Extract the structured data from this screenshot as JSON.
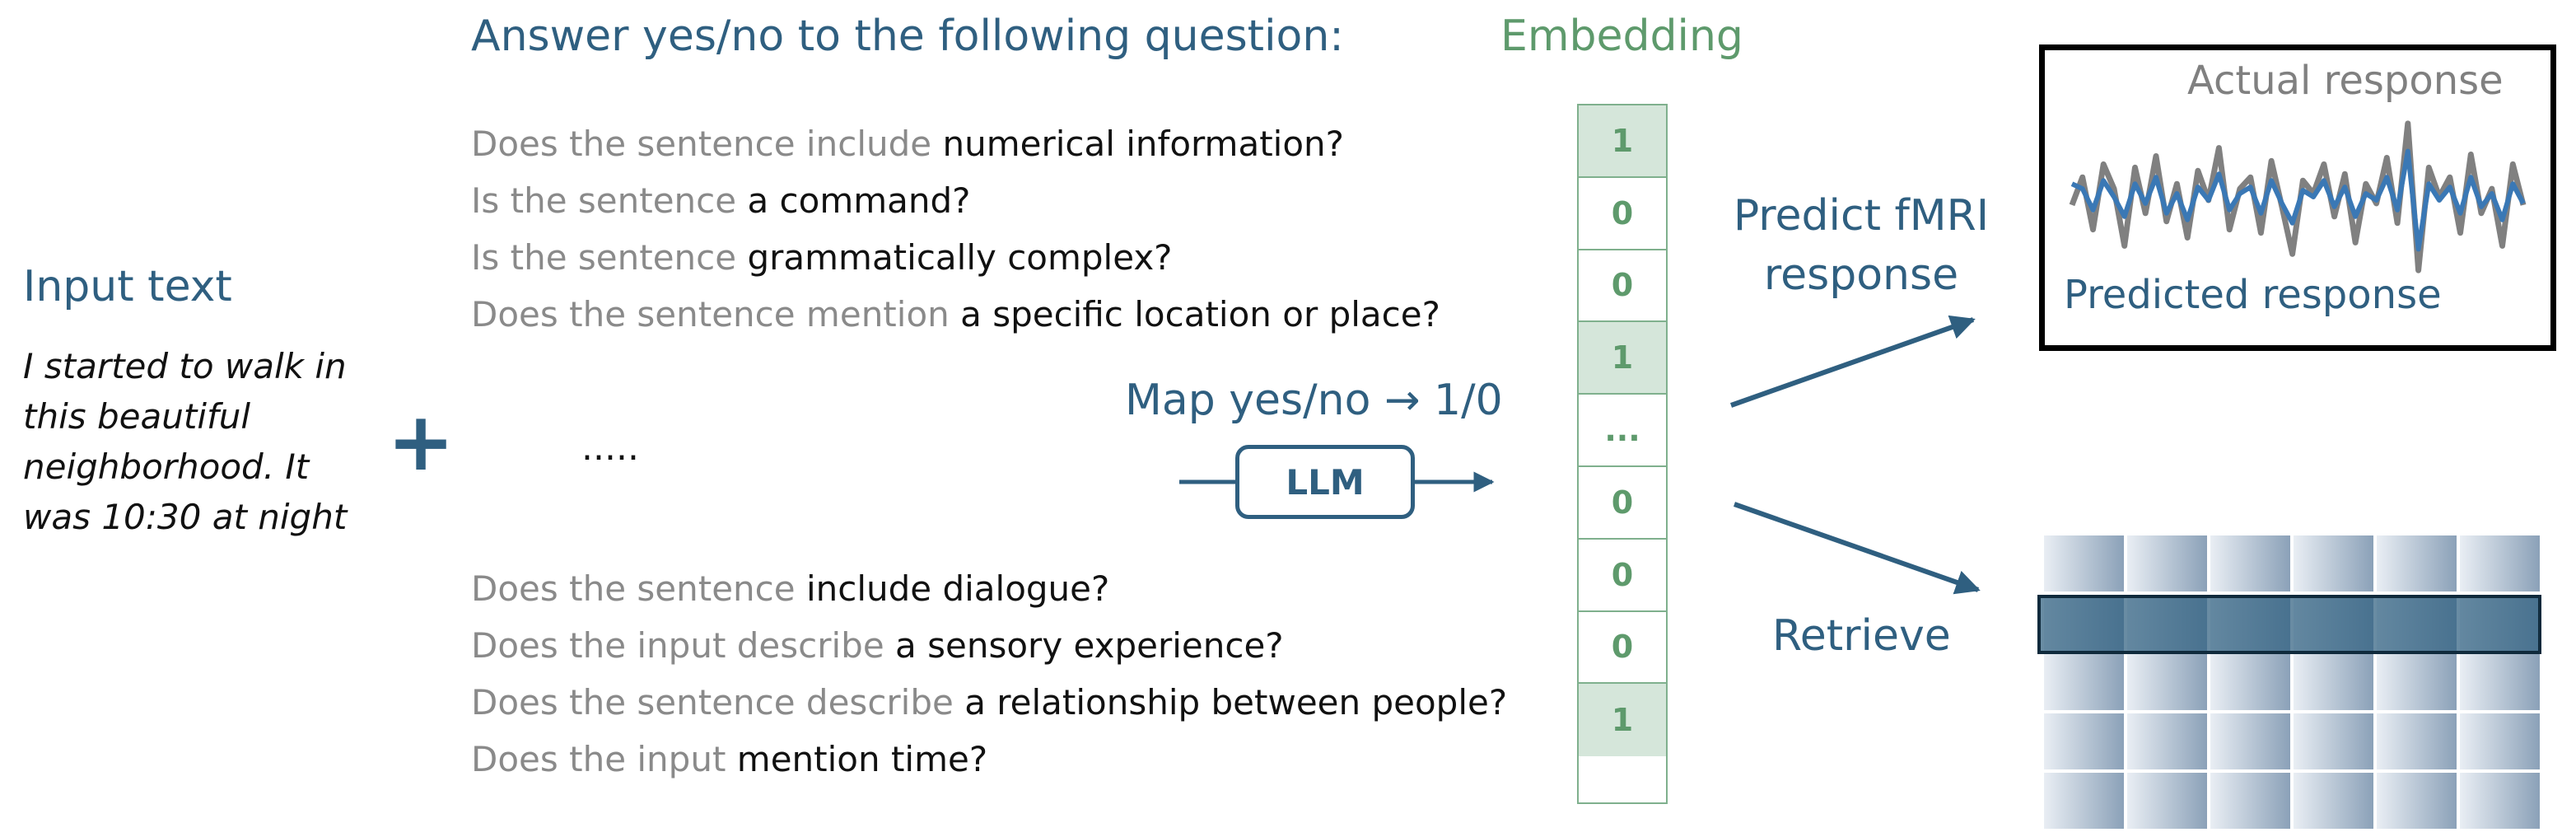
{
  "input": {
    "heading": "Input text",
    "text_lines": [
      "I started to walk in",
      "this beautiful",
      "neighborhood. It",
      "was 10:30 at night"
    ]
  },
  "prompt_heading": "Answer yes/no to the following question:",
  "questions_top": [
    {
      "gray": "Does the sentence include ",
      "black": "numerical information?"
    },
    {
      "gray": "Is the sentence ",
      "black": "a command?"
    },
    {
      "gray": "Is the sentence ",
      "black": "grammatically complex?"
    },
    {
      "gray": "Does the sentence mention ",
      "black": "a specific location or place?"
    }
  ],
  "ellipsis": ".....",
  "questions_bottom": [
    {
      "gray": "Does the sentence ",
      "black": "include dialogue?"
    },
    {
      "gray": "Does the input describe ",
      "black": "a sensory experience?"
    },
    {
      "gray": "Does the sentence describe ",
      "black": "a relationship between people?"
    },
    {
      "gray": "Does the input ",
      "black": "mention time?"
    }
  ],
  "llm": {
    "map_label": "Map yes/no → 1/0",
    "box_label": "LLM"
  },
  "embedding": {
    "heading": "Embedding",
    "cells": [
      "1",
      "0",
      "0",
      "1",
      "...",
      "0",
      "0",
      "0",
      "1"
    ]
  },
  "predict_label_lines": [
    "Predict fMRI",
    "response"
  ],
  "retrieve_label": "Retrieve",
  "response_box": {
    "actual_label": "Actual response",
    "predicted_label": "Predicted response",
    "actual_series": [
      0.45,
      0.62,
      0.3,
      0.7,
      0.55,
      0.2,
      0.68,
      0.4,
      0.75,
      0.35,
      0.58,
      0.25,
      0.66,
      0.48,
      0.8,
      0.3,
      0.55,
      0.62,
      0.28,
      0.72,
      0.44,
      0.15,
      0.6,
      0.52,
      0.7,
      0.38,
      0.64,
      0.22,
      0.58,
      0.46,
      0.74,
      0.34,
      0.95,
      0.05,
      0.68,
      0.5,
      0.62,
      0.28,
      0.76,
      0.4,
      0.55,
      0.2,
      0.7,
      0.45
    ],
    "predicted_series": [
      0.58,
      0.55,
      0.42,
      0.6,
      0.5,
      0.38,
      0.58,
      0.46,
      0.62,
      0.4,
      0.52,
      0.36,
      0.56,
      0.48,
      0.64,
      0.42,
      0.52,
      0.56,
      0.4,
      0.6,
      0.46,
      0.34,
      0.54,
      0.5,
      0.6,
      0.44,
      0.56,
      0.38,
      0.52,
      0.48,
      0.62,
      0.42,
      0.78,
      0.18,
      0.58,
      0.48,
      0.56,
      0.4,
      0.62,
      0.44,
      0.52,
      0.36,
      0.58,
      0.46
    ],
    "actual_color": "#808080",
    "predicted_color": "#3a78b5"
  },
  "colors": {
    "blue": "#2f5f80",
    "green": "#5e9a6c"
  }
}
